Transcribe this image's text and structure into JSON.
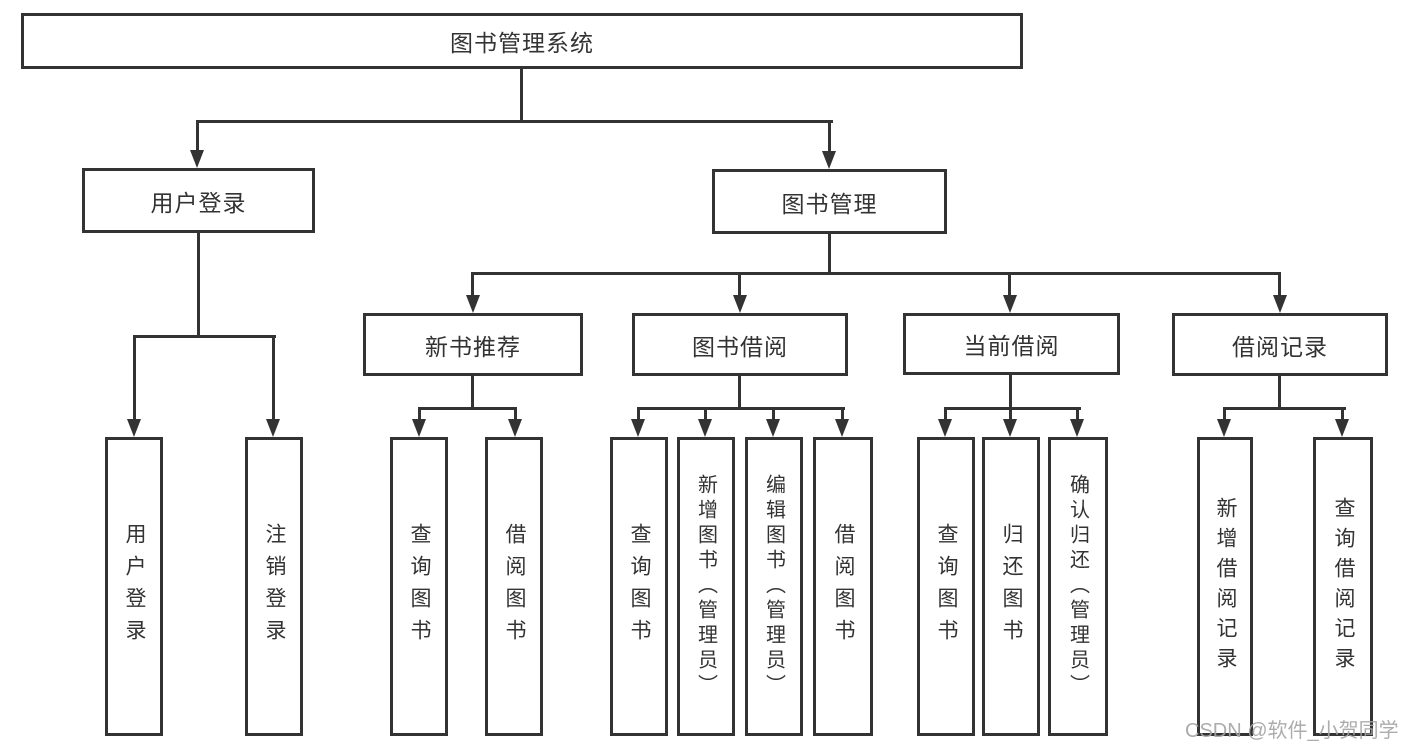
{
  "diagram": {
    "type": "tree",
    "root": {
      "label": "图书管理系统"
    },
    "level2": {
      "user_login": {
        "label": "用户登录"
      },
      "book_mgmt": {
        "label": "图书管理"
      }
    },
    "level3": {
      "new_book_rec": {
        "label": "新书推荐",
        "parent": "book_mgmt"
      },
      "book_borrow": {
        "label": "图书借阅",
        "parent": "book_mgmt"
      },
      "current_borrow": {
        "label": "当前借阅",
        "parent": "book_mgmt"
      },
      "borrow_record": {
        "label": "借阅记录",
        "parent": "book_mgmt"
      }
    },
    "leaves": {
      "user_login_leaf": {
        "label": "用户登录",
        "parent": "user_login"
      },
      "logout_leaf": {
        "label": "注销登录",
        "parent": "user_login"
      },
      "query_book_rec": {
        "label": "查询图书",
        "parent": "new_book_rec"
      },
      "borrow_book_rec": {
        "label": "借阅图书",
        "parent": "new_book_rec"
      },
      "query_book_borrow": {
        "label": "查询图书",
        "parent": "book_borrow"
      },
      "add_book_admin": {
        "label": "新增图书（管理员）",
        "parent": "book_borrow"
      },
      "edit_book_admin": {
        "label": "编辑图书（管理员）",
        "parent": "book_borrow"
      },
      "borrow_book_borrow": {
        "label": "借阅图书",
        "parent": "book_borrow"
      },
      "query_book_current": {
        "label": "查询图书",
        "parent": "current_borrow"
      },
      "return_book": {
        "label": "归还图书",
        "parent": "current_borrow"
      },
      "confirm_return_admin": {
        "label": "确认归还（管理员）",
        "parent": "current_borrow"
      },
      "add_borrow_record": {
        "label": "新增借阅记录",
        "parent": "borrow_record"
      },
      "query_borrow_record": {
        "label": "查询借阅记录",
        "parent": "borrow_record"
      }
    },
    "colors": {
      "line": "#333333",
      "text": "#333333",
      "box_background": "#ffffff",
      "page_background": "#ffffff",
      "watermark": "#a5a5a5"
    }
  },
  "watermark": {
    "text": "CSDN @软件_小贺同学"
  }
}
